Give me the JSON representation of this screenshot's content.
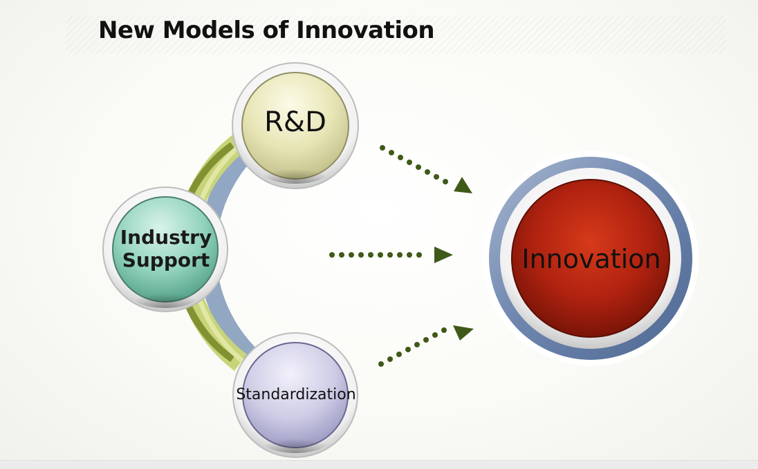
{
  "title": "New Models of Innovation",
  "nodes": {
    "rd": "R&D",
    "industry_line1": "Industry",
    "industry_line2": "Support",
    "standardization": "Standardization",
    "innovation": "Innovation"
  },
  "colors": {
    "rd": "#e4e2b0",
    "industry": "#86cdb5",
    "standardization": "#c8c6e2",
    "innovation": "#b52210",
    "ring": "#7f95b8",
    "arc_green": "#c9d47a",
    "arc_dark": "#7a8a2a",
    "arrow": "#3f5a18"
  },
  "icons": [
    "dotted-arrow-icon"
  ]
}
